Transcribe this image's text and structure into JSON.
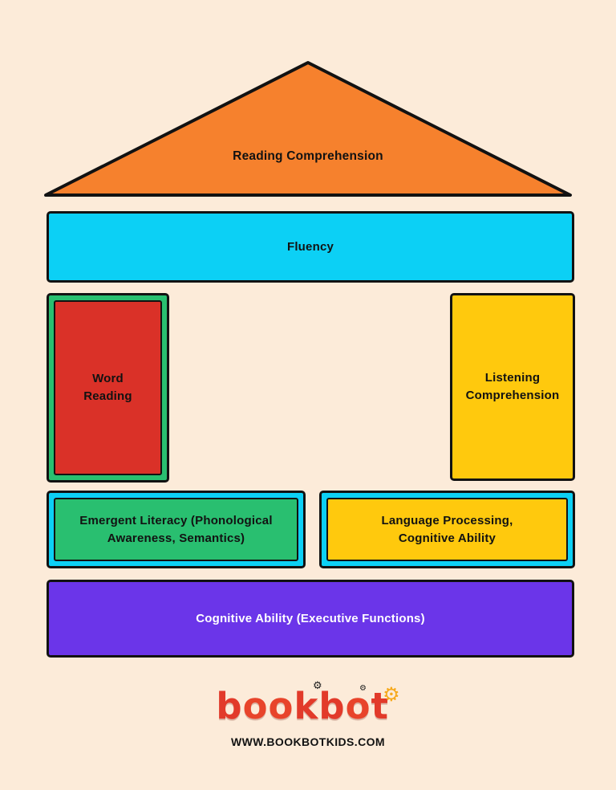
{
  "page": {
    "background": "#fcebd9",
    "outline_color": "#121212"
  },
  "diagram": {
    "roof": {
      "label": "Reading Comprehension",
      "fill": "#f6812d"
    },
    "fluency": {
      "label": "Fluency",
      "fill": "#0cd0f5"
    },
    "word_reading": {
      "label": "Word\nReading",
      "frame_fill": "#29bf70",
      "fill": "#da3128"
    },
    "listening_comprehension": {
      "label": "Listening\nComprehension",
      "fill": "#ffc90d"
    },
    "emergent_literacy": {
      "label": "Emergent Literacy (Phonological\nAwareness, Semantics)",
      "frame_fill": "#0cd0f5",
      "fill": "#29bf70"
    },
    "language_processing": {
      "label": "Language Processing,\nCognitive Ability",
      "frame_fill": "#0cd0f5",
      "fill": "#ffc90d"
    },
    "cognitive_ability": {
      "label": "Cognitive Ability (Executive Functions)",
      "fill": "#6b35e9",
      "text_color": "#ffffff"
    }
  },
  "footer": {
    "logo_letters": [
      {
        "ch": "b",
        "color": "#e23a2a"
      },
      {
        "ch": "o",
        "color": "#e8442b"
      },
      {
        "ch": "o",
        "color": "#e8442b"
      },
      {
        "ch": "k",
        "color": "#e23a2a"
      },
      {
        "ch": "b",
        "color": "#e23a2a"
      },
      {
        "ch": "o",
        "color": "#e8442b"
      },
      {
        "ch": "t",
        "color": "#e23a2a"
      }
    ],
    "logo_gear_color": "#f6a91c",
    "website": "WWW.BOOKBOTKIDS.COM"
  }
}
